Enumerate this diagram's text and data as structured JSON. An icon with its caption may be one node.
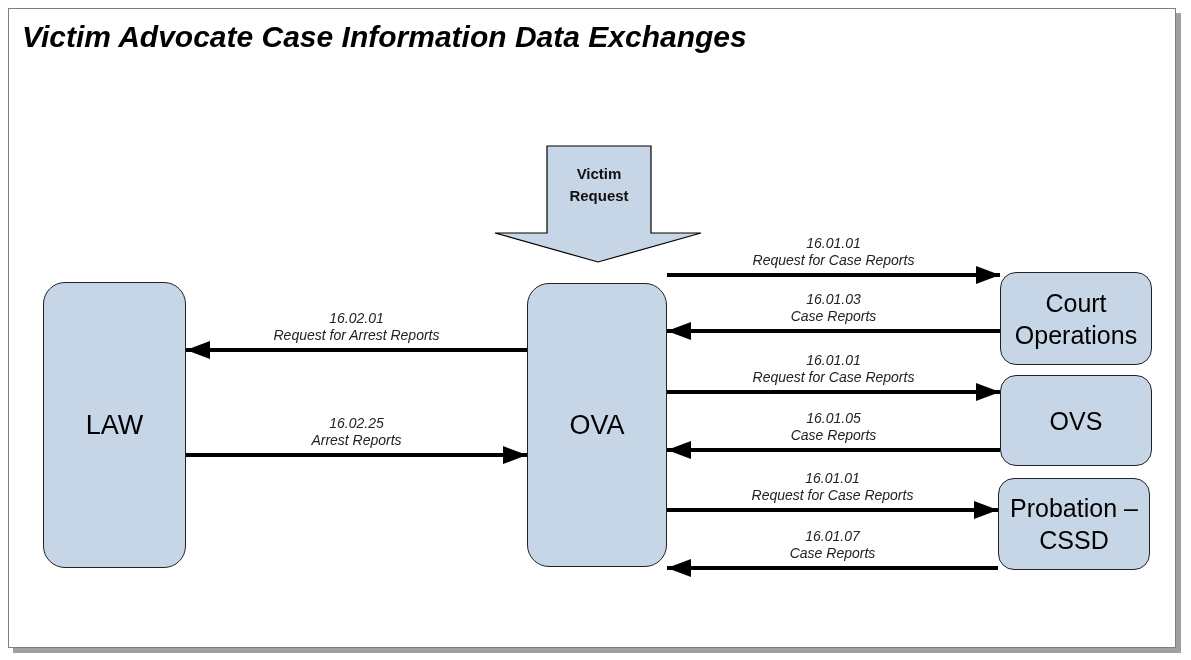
{
  "diagram": {
    "title": "Victim Advocate Case Information Data Exchanges",
    "nodes": [
      {
        "text": [
          "LAW"
        ]
      },
      {
        "text": [
          "Victim Request"
        ]
      },
      {
        "text": [
          "OVA"
        ]
      },
      {
        "text": [
          "Court Operations"
        ]
      },
      {
        "text": [
          "OVS"
        ]
      },
      {
        "text": [
          "Probation – CSSD"
        ]
      }
    ],
    "edges": [
      {
        "from": 2,
        "to": 0,
        "arrow": "to",
        "label": "16.02.01 Request for Arrest Reports"
      },
      {
        "from": 0,
        "to": 2,
        "arrow": "to",
        "label": "16.02.25 Arrest Reports"
      },
      {
        "from": 2,
        "to": 3,
        "arrow": "to",
        "label": "16.01.01 Request for Case Reports"
      },
      {
        "from": 3,
        "to": 2,
        "arrow": "to",
        "label": "16.01.03 Case Reports"
      },
      {
        "from": 2,
        "to": 4,
        "arrow": "to",
        "label": "16.01.01 Request for Case Reports"
      },
      {
        "from": 4,
        "to": 2,
        "arrow": "to",
        "label": "16.01.05 Case Reports"
      },
      {
        "from": 2,
        "to": 5,
        "arrow": "to",
        "label": "16.01.01 Request for Case Reports"
      },
      {
        "from": 5,
        "to": 2,
        "arrow": "to",
        "label": "16.01.07 Case Reports"
      }
    ]
  }
}
